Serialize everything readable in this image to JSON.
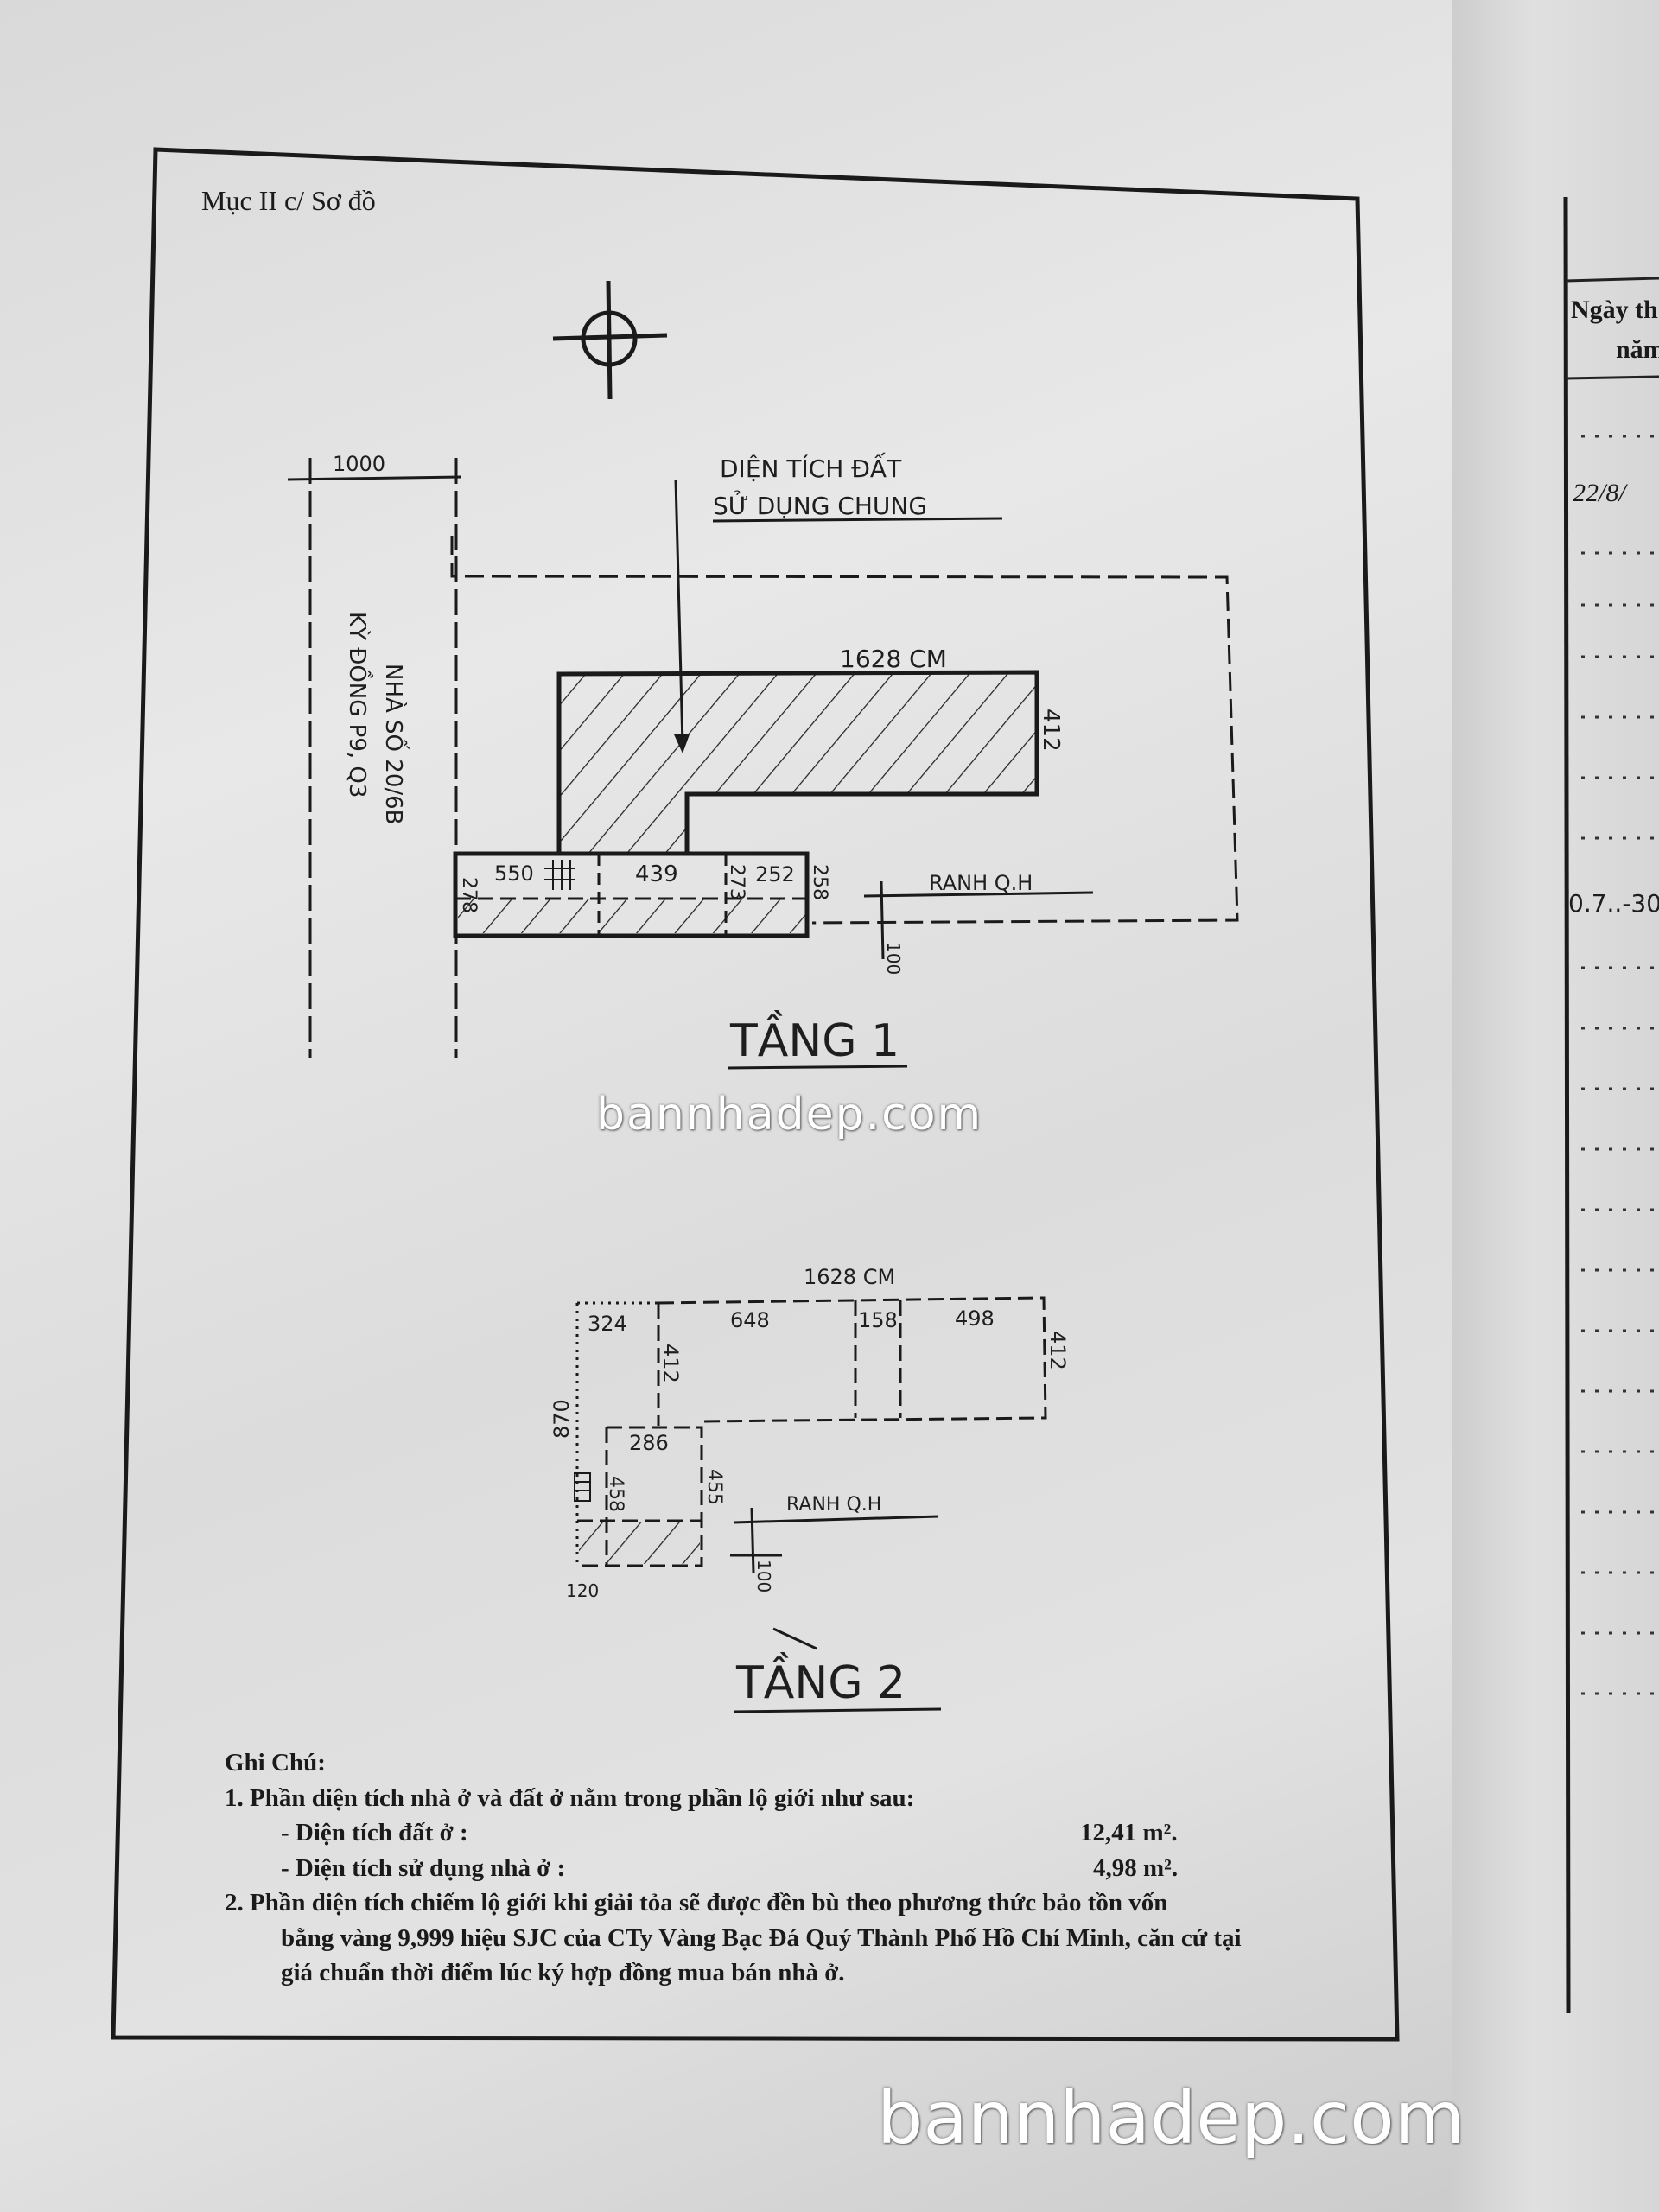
{
  "header": {
    "section_title": "Mục II c/ Sơ đồ"
  },
  "floor1": {
    "title": "TẦNG 1",
    "common_land_label_1": "DIỆN TÍCH ĐẤT",
    "common_land_label_2": "SỬ DỤNG CHUNG",
    "width_label": "1628 CM",
    "depth_label": "412",
    "setback_label": "1000",
    "address_label": "NHÀ SỐ 20/6B",
    "street_label": "KỲ ĐỒNG P9, Q3",
    "dims": [
      "550",
      "439",
      "252",
      "278",
      "273",
      "258"
    ],
    "boundary_label": "RANH Q.H",
    "boundary_offset": "100"
  },
  "floor2": {
    "title": "TẦNG 2",
    "width_label": "1628 CM",
    "dims_top": [
      "324",
      "648",
      "158",
      "498"
    ],
    "dims_side": [
      "412",
      "412"
    ],
    "dims_lower": [
      "286",
      "458",
      "455",
      "870",
      "120"
    ],
    "boundary_label": "RANH Q.H",
    "boundary_offset": "100"
  },
  "notes": {
    "heading": "Ghi Chú:",
    "item1": "1.   Phần diện tích nhà ở và đất ở nằm trong phần lộ giới như sau:",
    "land_area_label": "- Diện tích đất ở :",
    "land_area_value": "12,41 m².",
    "floor_area_label": "- Diện tích sử dụng nhà ở :",
    "floor_area_value": "4,98 m².",
    "item2_line1": "2.   Phần diện tích chiếm lộ giới khi giải tỏa sẽ được đền bù theo phương thức bảo tồn vốn",
    "item2_line2": "bằng vàng 9,999 hiệu SJC của CTy Vàng Bạc Đá Quý Thành Phố Hồ Chí Minh, căn cứ tại",
    "item2_line3": "giá chuẩn thời điểm lúc ký hợp đồng mua bán nhà ở."
  },
  "right_page": {
    "header_1": "Ngày th",
    "header_2": "năm",
    "date_1": "22/8/",
    "date_2": "0.7..-30-"
  },
  "watermarks": {
    "center": "bannhadep.com",
    "bottom": "bannhadep.com"
  }
}
